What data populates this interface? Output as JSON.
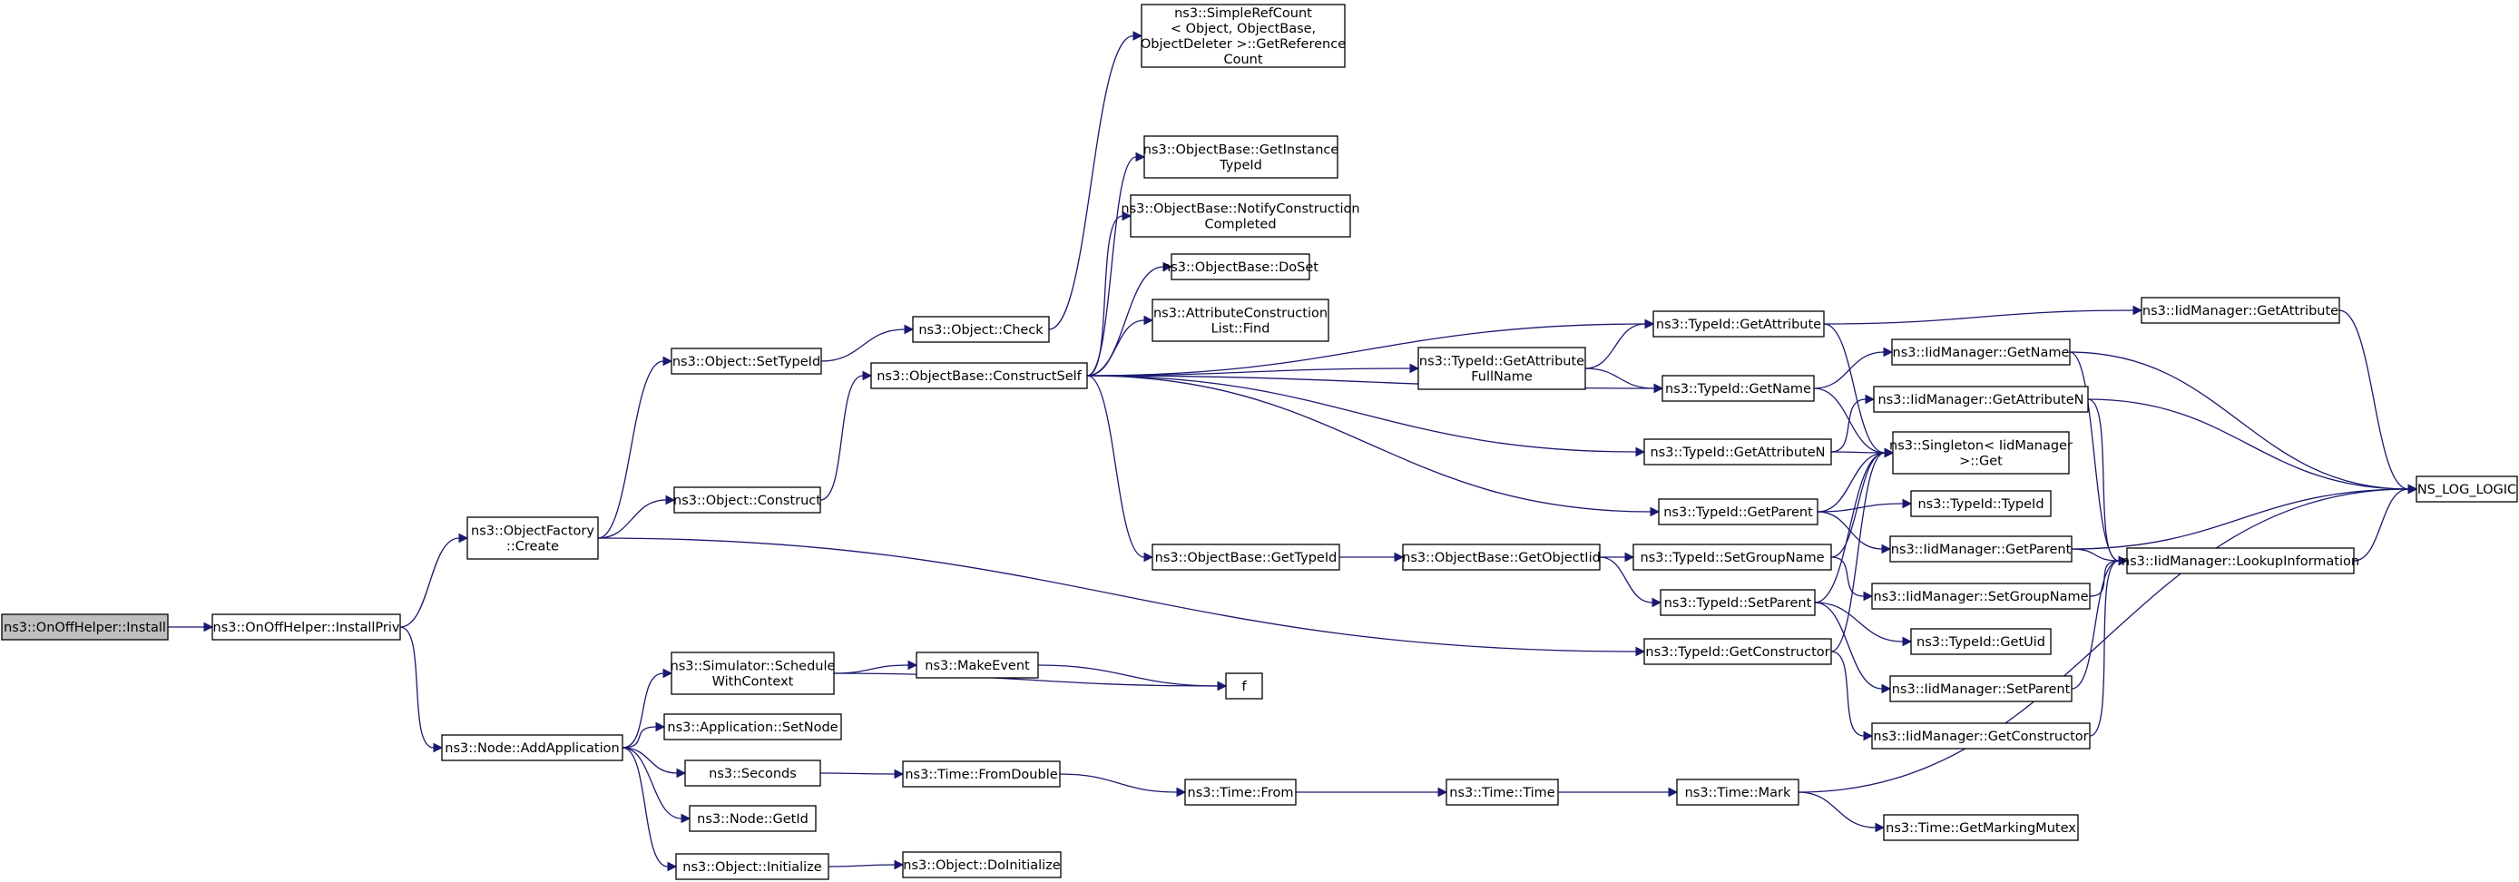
{
  "nodes": [
    {
      "id": "install",
      "lines": [
        "ns3::OnOffHelper::Install"
      ],
      "highlight": true
    },
    {
      "id": "installpriv",
      "lines": [
        "ns3::OnOffHelper::InstallPriv"
      ]
    },
    {
      "id": "objfactory",
      "lines": [
        "ns3::ObjectFactory",
        "::Create"
      ]
    },
    {
      "id": "addapp",
      "lines": [
        "ns3::Node::AddApplication"
      ]
    },
    {
      "id": "settypeid",
      "lines": [
        "ns3::Object::SetTypeId"
      ]
    },
    {
      "id": "construct",
      "lines": [
        "ns3::Object::Construct"
      ]
    },
    {
      "id": "schedule",
      "lines": [
        "ns3::Simulator::Schedule",
        "WithContext"
      ]
    },
    {
      "id": "setnode",
      "lines": [
        "ns3::Application::SetNode"
      ]
    },
    {
      "id": "seconds",
      "lines": [
        "ns3::Seconds"
      ]
    },
    {
      "id": "getid",
      "lines": [
        "ns3::Node::GetId"
      ]
    },
    {
      "id": "initialize",
      "lines": [
        "ns3::Object::Initialize"
      ]
    },
    {
      "id": "check",
      "lines": [
        "ns3::Object::Check"
      ]
    },
    {
      "id": "constructself",
      "lines": [
        "ns3::ObjectBase::ConstructSelf"
      ]
    },
    {
      "id": "makeevent",
      "lines": [
        "ns3::MakeEvent"
      ]
    },
    {
      "id": "fromdouble",
      "lines": [
        "ns3::Time::FromDouble"
      ]
    },
    {
      "id": "doinitialize",
      "lines": [
        "ns3::Object::DoInitialize"
      ]
    },
    {
      "id": "getrefcount",
      "lines": [
        "ns3::SimpleRefCount",
        "< Object, ObjectBase,",
        "ObjectDeleter >::GetReference",
        "Count"
      ]
    },
    {
      "id": "getinstance",
      "lines": [
        "ns3::ObjectBase::GetInstance",
        "TypeId"
      ]
    },
    {
      "id": "notify",
      "lines": [
        "ns3::ObjectBase::NotifyConstruction",
        "Completed"
      ]
    },
    {
      "id": "doset",
      "lines": [
        "ns3::ObjectBase::DoSet"
      ]
    },
    {
      "id": "attrfind",
      "lines": [
        "ns3::AttributeConstruction",
        "List::Find"
      ]
    },
    {
      "id": "obgettypeid",
      "lines": [
        "ns3::ObjectBase::GetTypeId"
      ]
    },
    {
      "id": "f",
      "lines": [
        "f"
      ]
    },
    {
      "id": "timefrom",
      "lines": [
        "ns3::Time::From"
      ]
    },
    {
      "id": "getattrfull",
      "lines": [
        "ns3::TypeId::GetAttribute",
        "FullName"
      ]
    },
    {
      "id": "getobjectiid",
      "lines": [
        "ns3::ObjectBase::GetObjectIid"
      ]
    },
    {
      "id": "timetime",
      "lines": [
        "ns3::Time::Time"
      ]
    },
    {
      "id": "getattribute",
      "lines": [
        "ns3::TypeId::GetAttribute"
      ]
    },
    {
      "id": "getname",
      "lines": [
        "ns3::TypeId::GetName"
      ]
    },
    {
      "id": "getattrn",
      "lines": [
        "ns3::TypeId::GetAttributeN"
      ]
    },
    {
      "id": "getparent",
      "lines": [
        "ns3::TypeId::GetParent"
      ]
    },
    {
      "id": "setgroupname",
      "lines": [
        "ns3::TypeId::SetGroupName"
      ]
    },
    {
      "id": "setparent",
      "lines": [
        "ns3::TypeId::SetParent"
      ]
    },
    {
      "id": "getconstructor",
      "lines": [
        "ns3::TypeId::GetConstructor"
      ]
    },
    {
      "id": "timemark",
      "lines": [
        "ns3::Time::Mark"
      ]
    },
    {
      "id": "iid_getname",
      "lines": [
        "ns3::IidManager::GetName"
      ]
    },
    {
      "id": "iid_getattrn",
      "lines": [
        "ns3::IidManager::GetAttributeN"
      ]
    },
    {
      "id": "singleton",
      "lines": [
        "ns3::Singleton< IidManager",
        ">::Get"
      ]
    },
    {
      "id": "typeid_typeid",
      "lines": [
        "ns3::TypeId::TypeId"
      ]
    },
    {
      "id": "iid_getparent",
      "lines": [
        "ns3::IidManager::GetParent"
      ]
    },
    {
      "id": "iid_setgroup",
      "lines": [
        "ns3::IidManager::SetGroupName"
      ]
    },
    {
      "id": "getuid",
      "lines": [
        "ns3::TypeId::GetUid"
      ]
    },
    {
      "id": "iid_setparent",
      "lines": [
        "ns3::IidManager::SetParent"
      ]
    },
    {
      "id": "iid_getconstructor",
      "lines": [
        "ns3::IidManager::GetConstructor"
      ]
    },
    {
      "id": "getmarkingmutex",
      "lines": [
        "ns3::Time::GetMarkingMutex"
      ]
    },
    {
      "id": "iid_getattribute",
      "lines": [
        "ns3::IidManager::GetAttribute"
      ]
    },
    {
      "id": "lookup",
      "lines": [
        "ns3::IidManager::LookupInformation"
      ]
    },
    {
      "id": "nslog",
      "lines": [
        "NS_LOG_LOGIC"
      ]
    }
  ],
  "edges": [
    [
      "install",
      "installpriv"
    ],
    [
      "installpriv",
      "objfactory"
    ],
    [
      "installpriv",
      "addapp"
    ],
    [
      "objfactory",
      "settypeid"
    ],
    [
      "objfactory",
      "construct"
    ],
    [
      "objfactory",
      "getconstructor"
    ],
    [
      "addapp",
      "schedule"
    ],
    [
      "addapp",
      "setnode"
    ],
    [
      "addapp",
      "seconds"
    ],
    [
      "addapp",
      "getid"
    ],
    [
      "addapp",
      "initialize"
    ],
    [
      "settypeid",
      "check"
    ],
    [
      "construct",
      "constructself"
    ],
    [
      "schedule",
      "makeevent"
    ],
    [
      "schedule",
      "f"
    ],
    [
      "makeevent",
      "f"
    ],
    [
      "seconds",
      "fromdouble"
    ],
    [
      "initialize",
      "doinitialize"
    ],
    [
      "check",
      "getrefcount"
    ],
    [
      "constructself",
      "getattribute"
    ],
    [
      "constructself",
      "getinstance"
    ],
    [
      "constructself",
      "notify"
    ],
    [
      "constructself",
      "doset"
    ],
    [
      "constructself",
      "attrfind"
    ],
    [
      "constructself",
      "getattrfull"
    ],
    [
      "constructself",
      "getname"
    ],
    [
      "constructself",
      "getattrn"
    ],
    [
      "constructself",
      "getparent"
    ],
    [
      "constructself",
      "obgettypeid"
    ],
    [
      "obgettypeid",
      "getobjectiid"
    ],
    [
      "getobjectiid",
      "setgroupname"
    ],
    [
      "getobjectiid",
      "setparent"
    ],
    [
      "fromdouble",
      "timefrom"
    ],
    [
      "timefrom",
      "timetime"
    ],
    [
      "timetime",
      "timemark"
    ],
    [
      "getattrfull",
      "getattribute"
    ],
    [
      "getattrfull",
      "getname"
    ],
    [
      "getattribute",
      "iid_getattribute"
    ],
    [
      "getattribute",
      "singleton"
    ],
    [
      "getname",
      "iid_getname"
    ],
    [
      "getname",
      "singleton"
    ],
    [
      "getattrn",
      "iid_getattrn"
    ],
    [
      "getattrn",
      "singleton"
    ],
    [
      "getparent",
      "singleton"
    ],
    [
      "getparent",
      "typeid_typeid"
    ],
    [
      "getparent",
      "iid_getparent"
    ],
    [
      "setgroupname",
      "singleton"
    ],
    [
      "setgroupname",
      "iid_setgroup"
    ],
    [
      "setparent",
      "singleton"
    ],
    [
      "setparent",
      "getuid"
    ],
    [
      "setparent",
      "iid_setparent"
    ],
    [
      "getconstructor",
      "singleton"
    ],
    [
      "getconstructor",
      "iid_getconstructor"
    ],
    [
      "timemark",
      "nslog"
    ],
    [
      "timemark",
      "getmarkingmutex"
    ],
    [
      "iid_getattribute",
      "nslog"
    ],
    [
      "iid_getname",
      "nslog"
    ],
    [
      "iid_getname",
      "lookup"
    ],
    [
      "iid_getattrn",
      "nslog"
    ],
    [
      "iid_getattrn",
      "lookup"
    ],
    [
      "iid_getparent",
      "nslog"
    ],
    [
      "iid_getparent",
      "lookup"
    ],
    [
      "iid_setgroup",
      "lookup"
    ],
    [
      "iid_setparent",
      "lookup"
    ],
    [
      "iid_getconstructor",
      "lookup"
    ],
    [
      "lookup",
      "nslog"
    ]
  ],
  "colors": {
    "highlight_fill": "#bfbfbf",
    "node_fill": "#ffffff",
    "edge": "#191970"
  }
}
